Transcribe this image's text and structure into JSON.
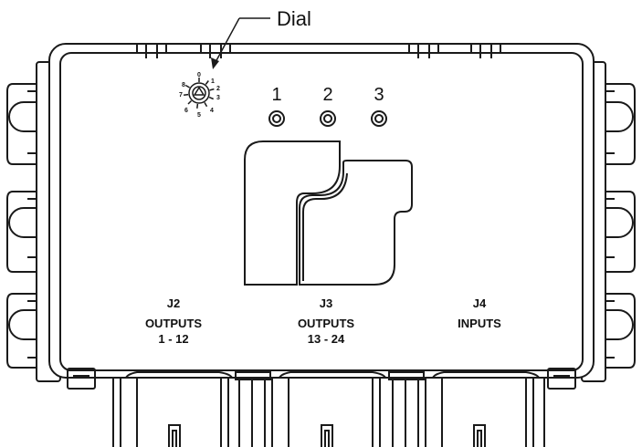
{
  "callout": {
    "label": "Dial"
  },
  "dial": {
    "positions": [
      "0",
      "1",
      "2",
      "3",
      "4",
      "5",
      "6",
      "7",
      "8"
    ]
  },
  "leds": [
    {
      "label": "1"
    },
    {
      "label": "2"
    },
    {
      "label": "3"
    }
  ],
  "connectors": [
    {
      "id": "J2",
      "line1": "OUTPUTS",
      "line2": "1 - 12"
    },
    {
      "id": "J3",
      "line1": "OUTPUTS",
      "line2": "13 - 24"
    },
    {
      "id": "J4",
      "line1": "INPUTS",
      "line2": ""
    }
  ],
  "colors": {
    "ink": "#1a1a1a",
    "background": "#ffffff"
  }
}
